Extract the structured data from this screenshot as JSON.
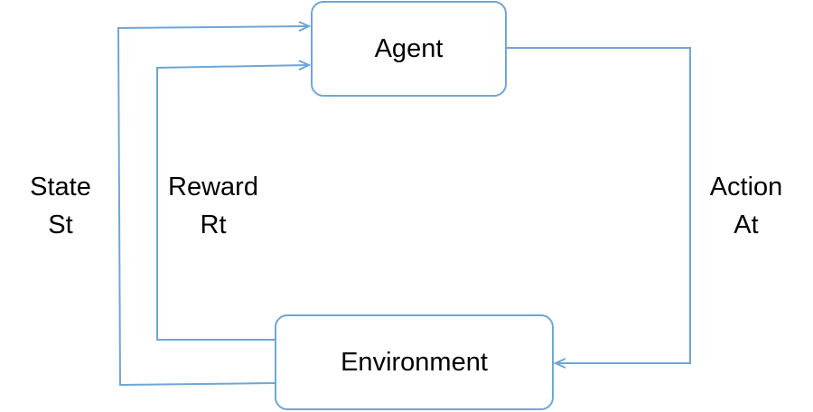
{
  "nodes": {
    "agent": "Agent",
    "environment": "Environment"
  },
  "edges": {
    "state": {
      "name": "State",
      "symbol": "St"
    },
    "reward": {
      "name": "Reward",
      "symbol": "Rt"
    },
    "action": {
      "name": "Action",
      "symbol": "At"
    }
  },
  "colors": {
    "line": "#6fa6d8",
    "node_border": "#6fa6d8",
    "text": "#000000"
  }
}
